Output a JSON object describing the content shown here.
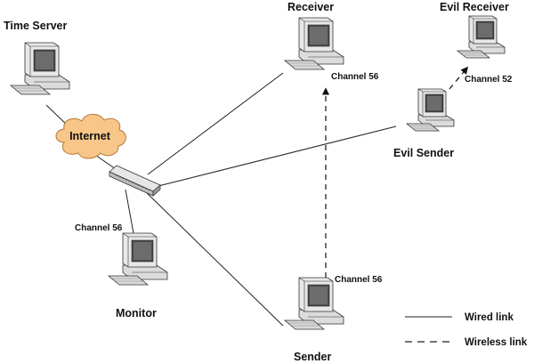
{
  "nodes": {
    "time_server": "Time Server",
    "internet": "Internet",
    "monitor": "Monitor",
    "receiver": "Receiver",
    "evil_receiver": "Evil Receiver",
    "evil_sender": "Evil Sender",
    "sender": "Sender"
  },
  "channels": {
    "monitor": "Channel 56",
    "receiver": "Channel 56",
    "sender": "Channel 56",
    "evil_receiver": "Channel 52"
  },
  "legend": {
    "wired": "Wired link",
    "wireless": "Wireless link"
  },
  "links": [
    {
      "from": "time_server",
      "to": "internet",
      "type": "wired"
    },
    {
      "from": "internet",
      "to": "switch",
      "type": "wired"
    },
    {
      "from": "switch",
      "to": "monitor",
      "type": "wired"
    },
    {
      "from": "switch",
      "to": "receiver",
      "type": "wired"
    },
    {
      "from": "switch",
      "to": "evil_sender",
      "type": "wired"
    },
    {
      "from": "switch",
      "to": "sender",
      "type": "wired"
    },
    {
      "from": "sender",
      "to": "receiver",
      "type": "wireless"
    },
    {
      "from": "evil_sender",
      "to": "evil_receiver",
      "type": "wireless"
    }
  ],
  "colors": {
    "cloud_fill": "#f7c688",
    "cloud_stroke": "#b47a34",
    "line": "#222222"
  }
}
